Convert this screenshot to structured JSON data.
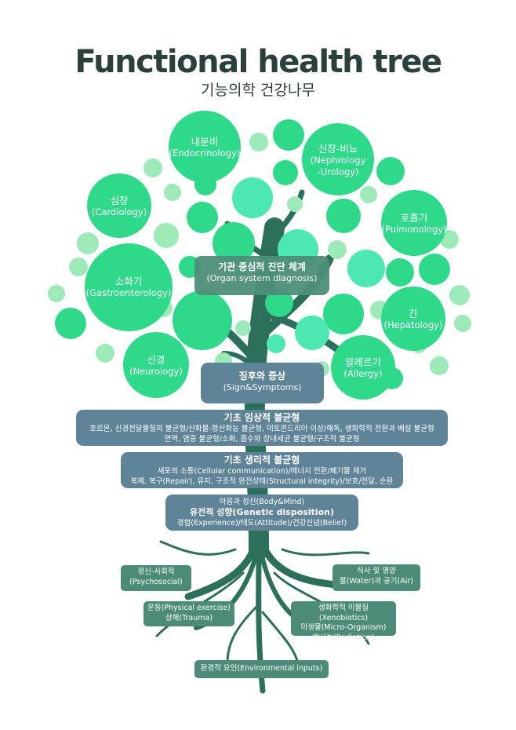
{
  "title": {
    "en": "Functional health tree",
    "ko": "기능의학 건강나무"
  },
  "organs": [
    {
      "ko": "내분비",
      "en": "(Endocrinology)"
    },
    {
      "ko": "신장-비뇨",
      "en": "(Nephrology",
      "en2": "-Urology)"
    },
    {
      "ko": "심장",
      "en": "(Cardiology)"
    },
    {
      "ko": "호흡기",
      "en": "(Pulmonology)"
    },
    {
      "ko": "소화기",
      "en": "(Gastroenterology)"
    },
    {
      "ko": "간",
      "en": "(Hepatology)"
    },
    {
      "ko": "신경",
      "en": "(Neurology)"
    },
    {
      "ko": "알레르기",
      "en": "(Allergy)"
    }
  ],
  "organ_system": {
    "ko": "기관 중심적 진단 체계",
    "en": "(Organ system diagnosis)"
  },
  "signs": {
    "ko": "징후와 증상",
    "en": "(Sign&Symptoms)"
  },
  "clinical": {
    "heading": "기초 임상적 불균형",
    "line1": "호르몬, 신경전달물질의 불균형/산화물-항산화능 불균형, 미토콘드리아 이상/해독, 생화학적 전환과 배설 불균형",
    "line2": "면역, 염증 불균형/소화, 흡수와 장내세균 불균형/구조적 불균형"
  },
  "physiological": {
    "heading": "기초 생리적 불균형",
    "line1": "세포의 소통(Cellular communication)/에너지 전환/폐기물 제거",
    "line2": "복제, 복구(Repair), 유지, 구조적 완전상태(Structural integrity)/보호/전달, 순환"
  },
  "genetic": {
    "line1": "마음과 정신(Body&Mind)",
    "heading": "유전적 성향(Genetic disposition)",
    "line2": "경험(Experience)/태도(Attitude)/건강신념(Belief)"
  },
  "roots": {
    "psychosocial": {
      "ko": "정신-사회적",
      "en": "(Psychosocial)"
    },
    "diet": {
      "line1": "식사 및 영양",
      "line2": "물(Water)과 공기(Air)"
    },
    "exercise": {
      "line1": "운동(Physical exercise)",
      "line2": "상해(Trauma)"
    },
    "xenobiotics": {
      "line1": "생화학적 이물질(Xenobiotics)",
      "line2": "미생물(Micro-Organism)",
      "line3": "방사능(Radiation)"
    },
    "environment": "환경적 요인(Environmental inputs)"
  },
  "colors": {
    "leaf_main": "#2fd98a",
    "leaf_light": "#9ee9b8",
    "leaf_mint": "#4de8b2",
    "trunk": "#2c6f5c",
    "box_blue": "#5f8498",
    "box_green": "#4d8f7a",
    "title": "#2b3f3d"
  }
}
